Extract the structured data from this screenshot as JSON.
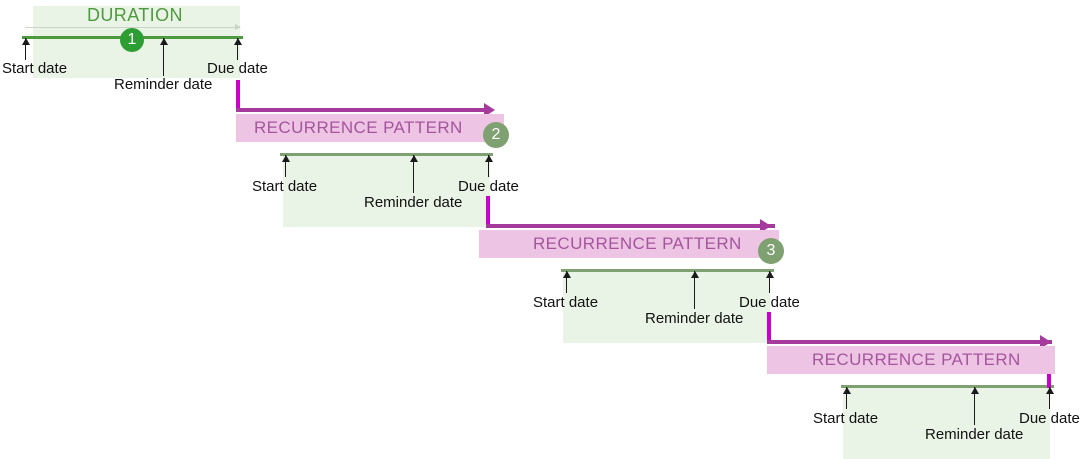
{
  "diagram": {
    "title": "Recurring task duration and recurrence pattern timeline",
    "colors": {
      "band_fill": "#eaf4e6",
      "duration_line_dark": "#4e9a3f",
      "duration_line_soft": "#7fa172",
      "duration_text": "#4e9a3f",
      "recurrence_fill": "#eec4e5",
      "recurrence_text": "#a5559c",
      "connector_vertical": "#cc00cc",
      "connector_horizontal": "#a5399c",
      "label_text": "#111111",
      "badge_solid": "#2e9e34",
      "badge_muted": "#7fa172",
      "span_arrow": "#c9d3c6"
    },
    "labels": {
      "duration": "DURATION",
      "recurrence": "RECURRENCE PATTERN",
      "start_date": "Start date",
      "reminder_date": "Reminder date",
      "due_date": "Due date"
    },
    "badges": [
      {
        "value": "1",
        "style": "solid"
      },
      {
        "value": "2",
        "style": "muted"
      },
      {
        "value": "3",
        "style": "muted"
      }
    ],
    "cycles": [
      {
        "index": 1,
        "duration_label": "DURATION",
        "start_date": "Start date",
        "reminder_date": "Reminder date",
        "due_date": "Due date",
        "badge": "1",
        "recurrence_label": "RECURRENCE PATTERN"
      },
      {
        "index": 2,
        "start_date": "Start date",
        "reminder_date": "Reminder date",
        "due_date": "Due date",
        "badge": "2",
        "recurrence_label": "RECURRENCE PATTERN"
      },
      {
        "index": 3,
        "start_date": "Start date",
        "reminder_date": "Reminder date",
        "due_date": "Due date",
        "badge": "3",
        "recurrence_label": "RECURRENCE PATTERN"
      },
      {
        "index": 4,
        "start_date": "Start date",
        "reminder_date": "Reminder date",
        "due_date": "Due date",
        "badge": null,
        "recurrence_label": null
      }
    ]
  }
}
